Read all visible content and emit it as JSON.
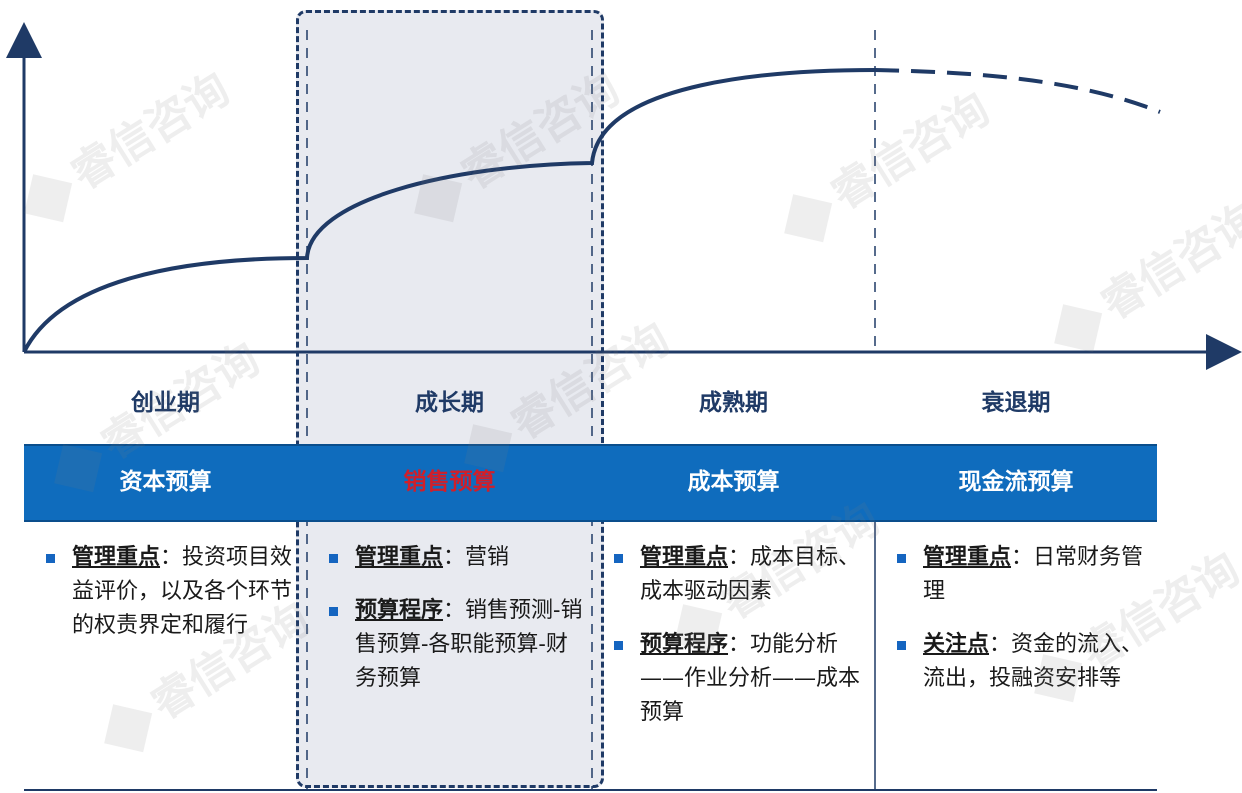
{
  "stages": [
    "创业期",
    "成长期",
    "成熟期",
    "衰退期"
  ],
  "budgets": [
    "资本预算",
    "销售预算",
    "成本预算",
    "现金流预算"
  ],
  "columns": [
    {
      "items": [
        {
          "term": "管理重点",
          "sep": "：",
          "text": "投资项目效益评价，以及各个环节的权责界定和履行"
        }
      ]
    },
    {
      "items": [
        {
          "term": "管理重点",
          "sep": "：",
          "text": "营销"
        },
        {
          "term": "预算程序",
          "sep": "：",
          "text": "销售预测-销售预算-各职能预算-财务预算"
        }
      ]
    },
    {
      "items": [
        {
          "term": "管理重点",
          "sep": "：",
          "text": "成本目标、成本驱动因素"
        },
        {
          "term": "预算程序",
          "sep": "：",
          "text": "功能分析——作业分析——成本预算"
        }
      ]
    },
    {
      "items": [
        {
          "term": "管理重点",
          "sep": "：",
          "text": "日常财务管理"
        },
        {
          "term": "关注点",
          "sep": "：",
          "text": "资金的流入、流出，投融资安排等"
        }
      ]
    }
  ],
  "watermark": "睿信咨询",
  "colors": {
    "navy": "#1f3a66",
    "band": "#0f6cbd",
    "highlight_text": "#d01f2a"
  }
}
